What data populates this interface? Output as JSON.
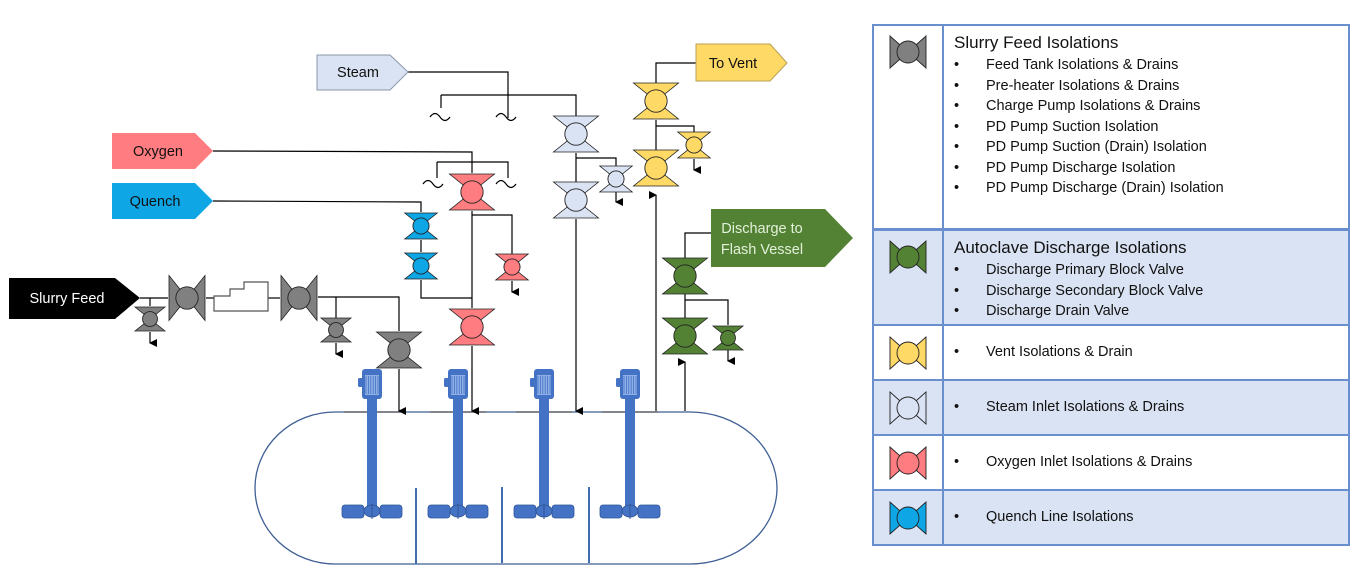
{
  "diagram": {
    "title": "Autoclave Isolation Valve Diagram",
    "streams": {
      "steam": {
        "label": "Steam",
        "color": "#dae3f3",
        "text_color": "#111111"
      },
      "oxygen": {
        "label": "Oxygen",
        "color": "#ff7c80",
        "text_color": "#111111"
      },
      "quench": {
        "label": "Quench",
        "color": "#0fa6e6",
        "text_color": "#111111"
      },
      "slurry_feed": {
        "label": "Slurry Feed",
        "color": "#000000",
        "text_color": "#ffffff"
      },
      "to_vent": {
        "label": "To Vent",
        "color": "#ffd966",
        "text_color": "#111111"
      },
      "discharge": {
        "label_line1": "Discharge to",
        "label_line2": "Flash Vessel",
        "color": "#548235",
        "text_color": "#e2f0d9"
      }
    },
    "valve_colors": {
      "slurry": "#808080",
      "discharge": "#548235",
      "vent": "#ffd966",
      "steam": "#dae3f3",
      "oxygen": "#ff7c80",
      "quench": "#0fa6e6"
    },
    "agitator_color": "#4472c4",
    "agitator_count": 4,
    "compartment_count": 4
  },
  "legend": {
    "rows": [
      {
        "key": "slurry",
        "title": "Slurry Feed Isolations",
        "items": [
          "Feed Tank Isolations & Drains",
          "Pre-heater Isolations & Drains",
          "Charge Pump Isolations & Drains",
          "PD Pump Suction Isolation",
          "PD Pump Suction (Drain) Isolation",
          "PD Pump Discharge Isolation",
          "PD Pump Discharge (Drain) Isolation"
        ]
      },
      {
        "key": "discharge",
        "title": "Autoclave Discharge Isolations",
        "items": [
          "Discharge Primary Block Valve",
          "Discharge Secondary Block Valve",
          "Discharge Drain Valve"
        ]
      },
      {
        "key": "vent",
        "items": [
          "Vent Isolations & Drain"
        ]
      },
      {
        "key": "steam",
        "items": [
          "Steam Inlet Isolations & Drains"
        ]
      },
      {
        "key": "oxygen",
        "items": [
          "Oxygen Inlet Isolations & Drains"
        ]
      },
      {
        "key": "quench",
        "items": [
          "Quench Line Isolations"
        ]
      }
    ],
    "bullet": "•"
  }
}
